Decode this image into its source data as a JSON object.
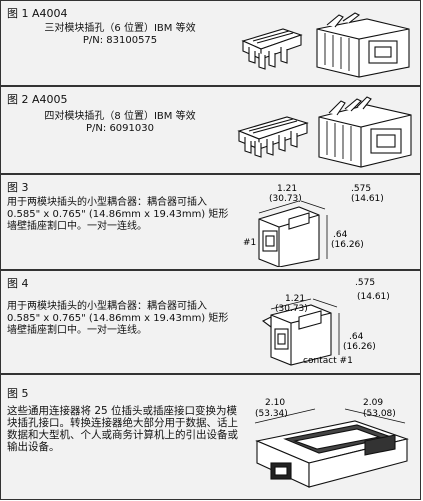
{
  "figures": [
    {
      "title": "图 1  A4004",
      "line1": "三对模块插孔（6 位置）IBM 等效",
      "line2": "P/N:  83100575"
    },
    {
      "title": "图 2  A4005",
      "line1": "四对模块插孔（8 位置）IBM 等效",
      "line2": "P/N:  6091030"
    },
    {
      "title": "图 3",
      "body": "用于两模块插头的小型耦合器：耦合器可插入 0.585\" x 0.765\" (14.86mm x 19.43mm) 矩形墙壁插座割口中。一对一连线。",
      "dims": {
        "d1": "1.21",
        "d1m": "(30.73)",
        "d2": ".575",
        "d2m": "(14.61)",
        "d3": ".64",
        "d3m": "(16.26)",
        "contact": "#1"
      }
    },
    {
      "title": "图 4",
      "body": "用于两模块插头的小型耦合器：耦合器可插入 0.585\" x 0.765\" (14.86mm x 19.43mm) 矩形墙壁插座割口中。一对一连线。",
      "dims": {
        "d1": "1.21",
        "d1m": "(30.73)",
        "d2": ".575",
        "d2m": "(14.61)",
        "d3": ".64",
        "d3m": "(16.26)",
        "contact": "contact #1"
      }
    },
    {
      "title": "图 5",
      "body": "这些通用连接器将 25 位插头或插座接口变换为模块插孔接口。转换连接器绝大部分用于数据、话上数据和大型机、个人或商务计算机上的引出设备或输出设备。",
      "dims": {
        "d1": "2.10",
        "d1m": "(53.34)",
        "d2": "2.09",
        "d2m": "(53.08)"
      }
    }
  ]
}
